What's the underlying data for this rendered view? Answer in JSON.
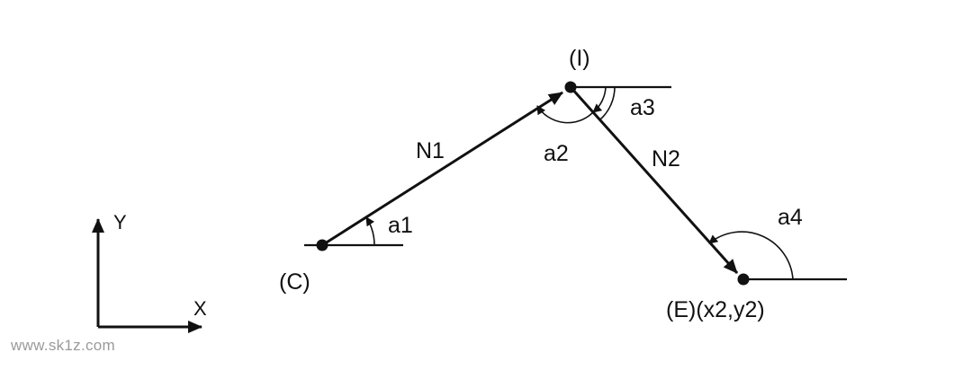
{
  "diagram": {
    "points": {
      "c": "(C)",
      "i": "(I)",
      "e": "(E)(x2,y2)"
    },
    "segments": {
      "n1": "N1",
      "n2": "N2"
    },
    "angles": {
      "a1": "a1",
      "a2": "a2",
      "a3": "a3",
      "a4": "a4"
    },
    "axes": {
      "x": "X",
      "y": "Y"
    }
  },
  "watermark": "www.sk1z.com",
  "colors": {
    "ink": "#111111",
    "watermark": "#9a9a9a"
  }
}
